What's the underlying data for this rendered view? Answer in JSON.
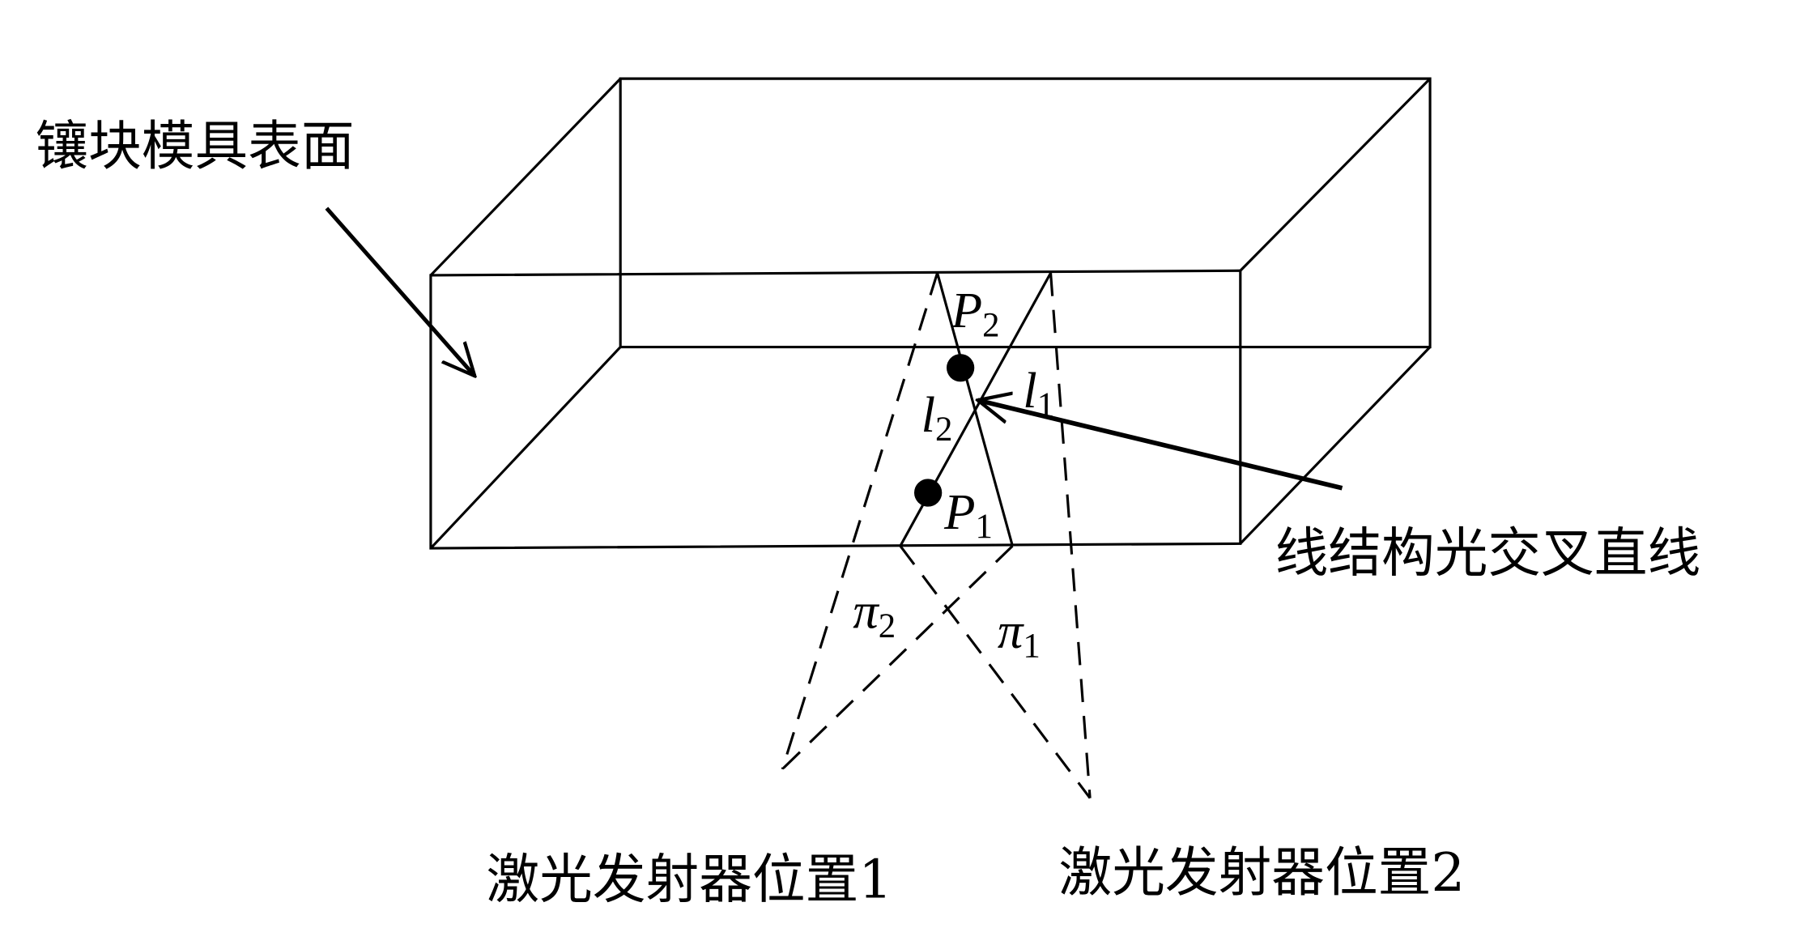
{
  "labels": {
    "surface": "镶块模具表面",
    "cross_line": "线结构光交叉直线",
    "emitter1": "激光发射器位置1",
    "emitter2": "激光发射器位置2"
  },
  "symbols": {
    "P2": {
      "main": "P",
      "sub": "2"
    },
    "P1": {
      "main": "P",
      "sub": "1"
    },
    "l1": {
      "main": "l",
      "sub": "1"
    },
    "l2": {
      "main": "l",
      "sub": "2"
    },
    "pi2": {
      "main": "π",
      "sub": "2"
    },
    "pi1": {
      "main": "π",
      "sub": "1"
    }
  }
}
